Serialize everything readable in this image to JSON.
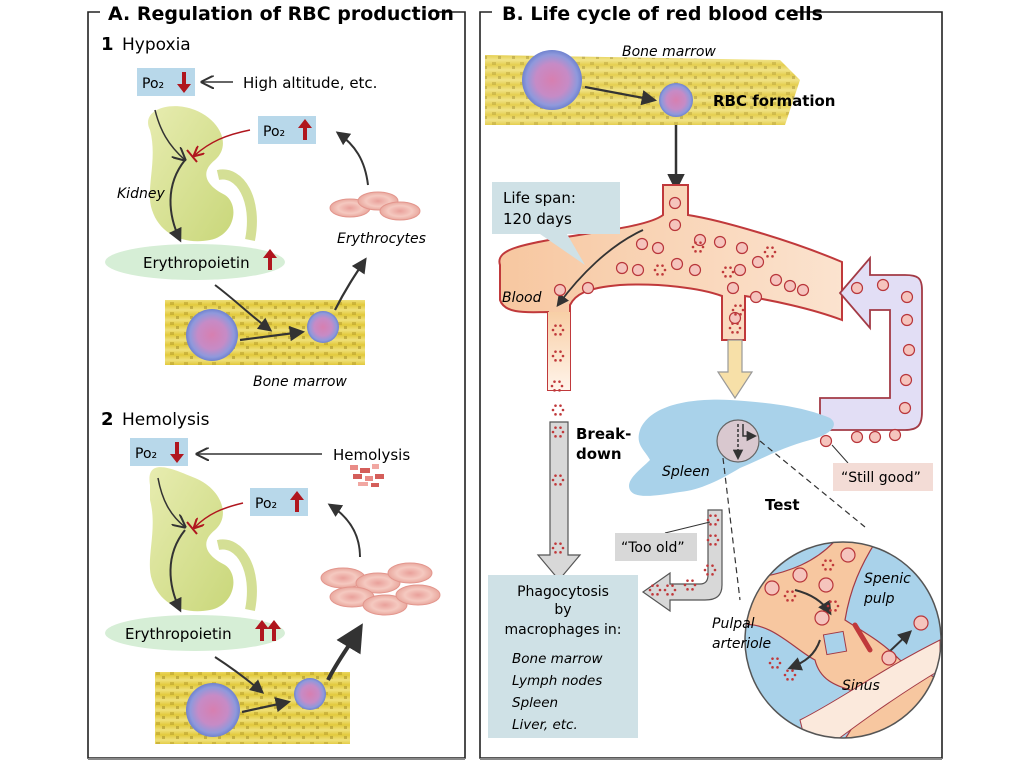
{
  "panelA": {
    "title": "A.  Regulation of RBC production",
    "section1": {
      "number": "1",
      "title": "Hypoxia",
      "po2_low": "Po₂",
      "cause": "High altitude, etc.",
      "po2_high": "Po₂",
      "kidney": "Kidney",
      "epo": "Erythropoietin",
      "epo_arrows": 1,
      "erythrocytes": "Erythrocytes",
      "bone_marrow": "Bone marrow"
    },
    "section2": {
      "number": "2",
      "title": "Hemolysis",
      "po2_low": "Po₂",
      "cause": "Hemolysis",
      "po2_high": "Po₂",
      "epo": "Erythropoietin",
      "epo_arrows": 2
    }
  },
  "panelB": {
    "title": "B.  Life cycle of red blood cells",
    "bone_marrow": "Bone marrow",
    "rbc_formation": "RBC formation",
    "lifespan_line1": "Life span:",
    "lifespan_line2": "120 days",
    "blood": "Blood",
    "breakdown_line1": "Break-",
    "breakdown_line2": "down",
    "spleen": "Spleen",
    "test": "Test",
    "still_good": "“Still good”",
    "too_old": "“Too old”",
    "phagocytosis": {
      "line1": "Phagocytosis",
      "line2": "by",
      "line3": "macrophages in:",
      "sites": [
        "Bone marrow",
        "Lymph nodes",
        "Spleen",
        "Liver, etc."
      ]
    },
    "pulpal_line1": "Pulpal",
    "pulpal_line2": "arteriole",
    "splenic_line1": "Spenic",
    "splenic_line2": "pulp",
    "sinus": "Sinus"
  },
  "colors": {
    "po2_box": "#b8d8ea",
    "down_arrow": "#b0161e",
    "kidney": "#d9e39a",
    "epo_ellipse": "#d6eed6",
    "marrow": "#e8d24a",
    "cell_outer": "#7f8fd6",
    "cell_inner": "#d98fb6",
    "rbc": "#f2b8b0",
    "vessel": "#f8cfa6",
    "vessel_edge": "#c0393b",
    "return_vessel": "#e2def5",
    "spleen": "#a9d2ea",
    "grey_arrow": "#d8d8d8",
    "phago_box": "#cfe1e6",
    "still_good_box": "#f3dcd6"
  }
}
